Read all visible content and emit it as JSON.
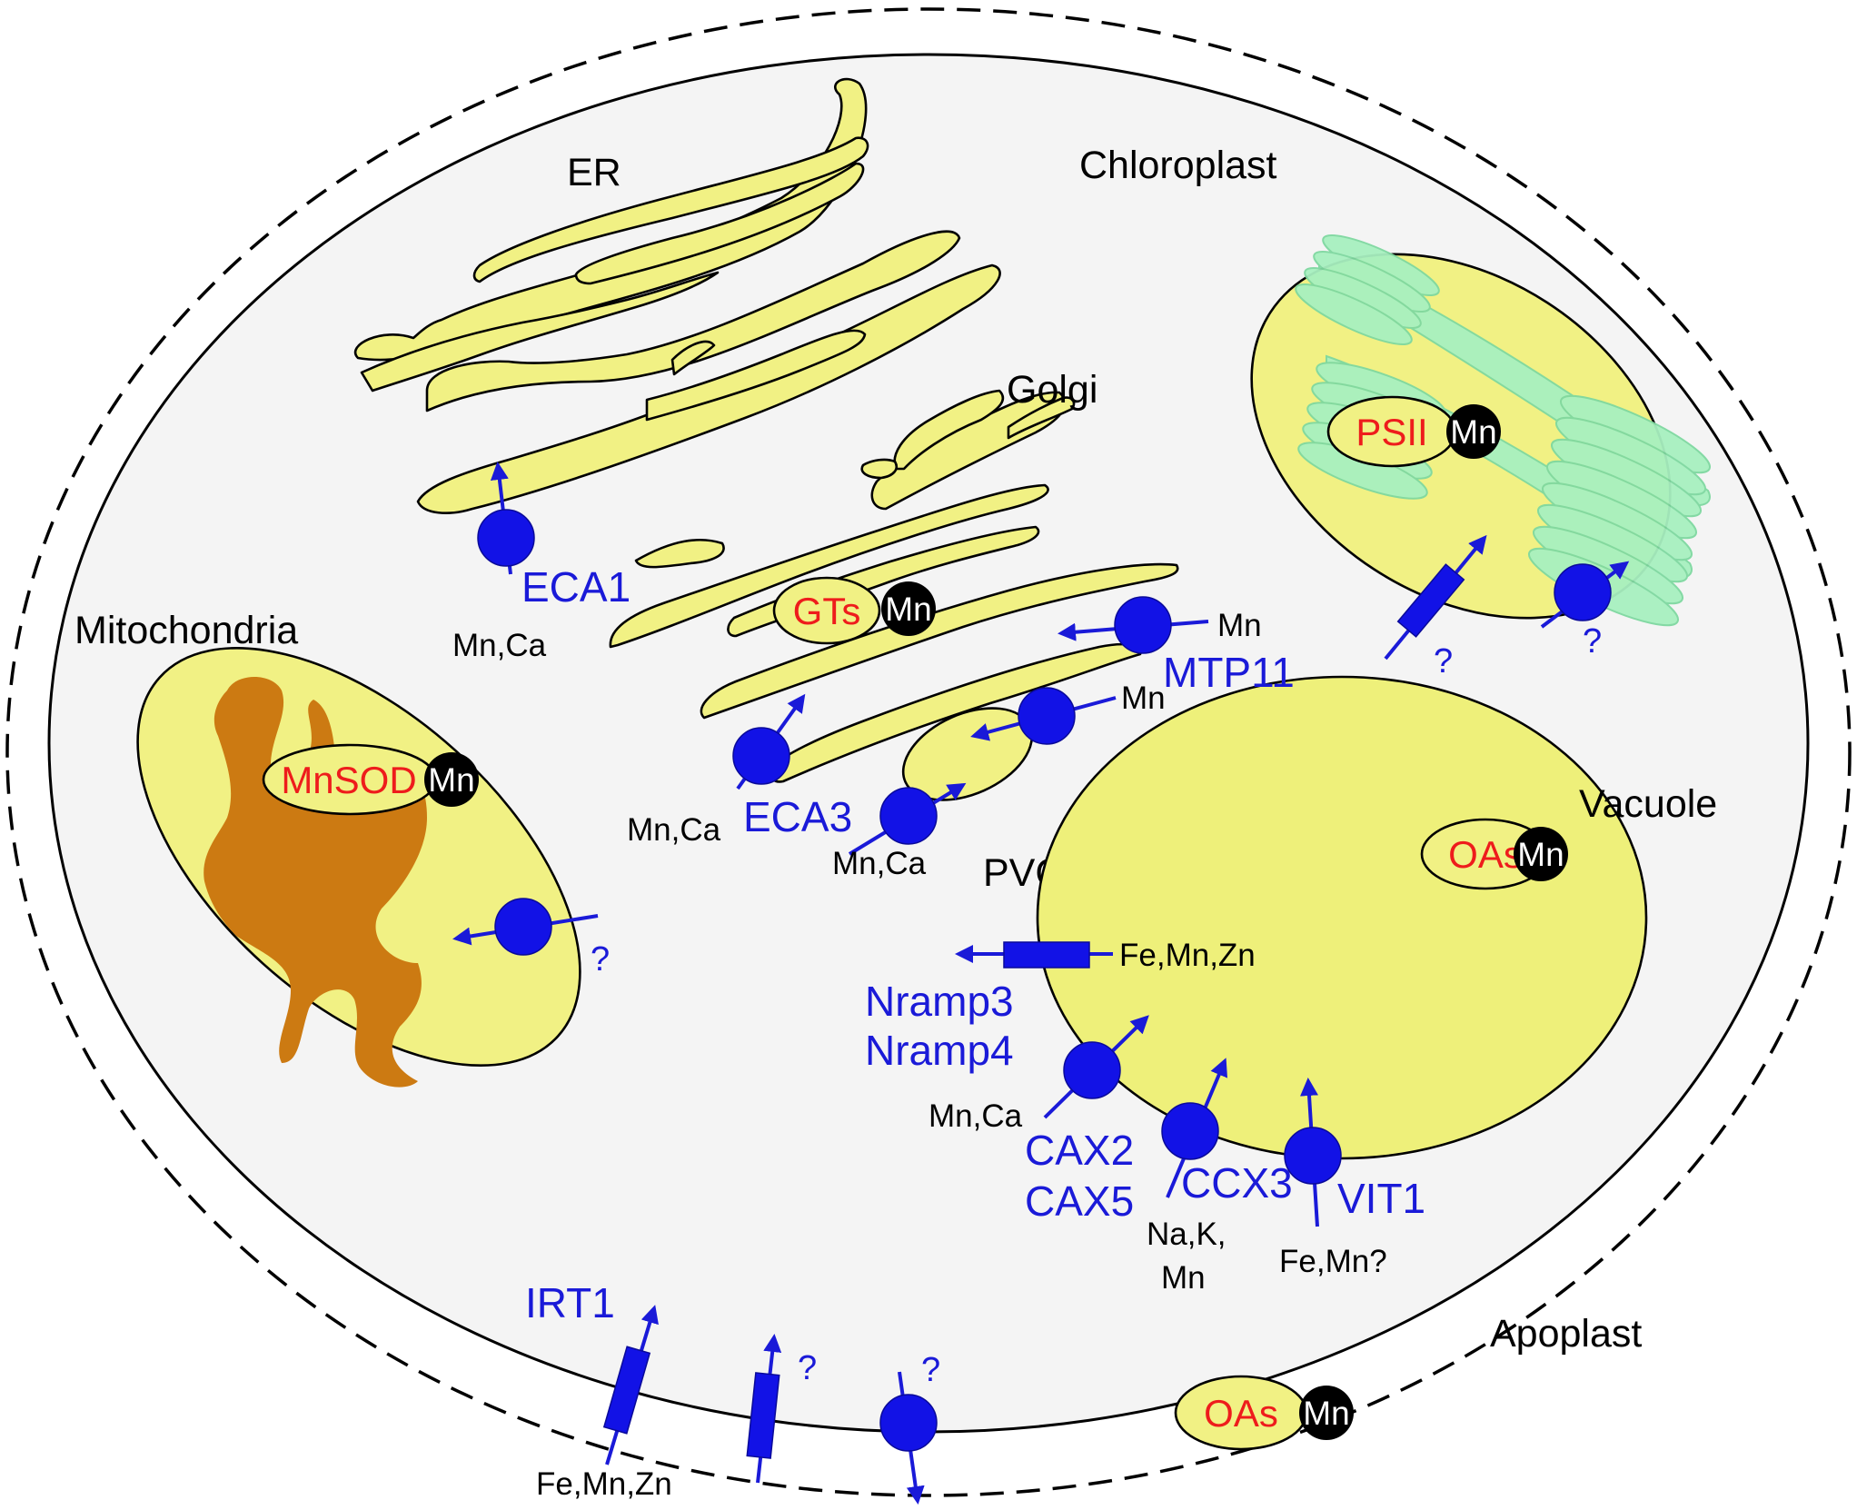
{
  "colors": {
    "cytoplasm": "#f4f4f4",
    "organelle": "#f1f184",
    "vacuole": "#eef07a",
    "inner_membrane": "#cc7a12",
    "thylakoid": "#a8f0c0",
    "transporter": "#1212e6",
    "enzyme_text": "#ee1c1c",
    "metal_badge": "#000000"
  },
  "labels": {
    "er": "ER",
    "chloroplast": "Chloroplast",
    "golgi": "Golgi",
    "mitochondria": "Mitochondria",
    "pvc": "PVC",
    "vacuole": "Vacuole",
    "apoplast": "Apoplast"
  },
  "enzymes": {
    "psii": "PSII",
    "gts": "GTs",
    "mnsod": "MnSOD",
    "oas_vacuole": "OAs",
    "oas_apoplast": "OAs",
    "metal": "Mn"
  },
  "transporters": {
    "eca1": "ECA1",
    "eca3": "ECA3",
    "mtp11": "MTP11",
    "nramp3": "Nramp3",
    "nramp4": "Nramp4",
    "cax2": "CAX2",
    "cax5": "CAX5",
    "ccx3": "CCX3",
    "vit1": "VIT1",
    "irt1": "IRT1",
    "unknown": "?"
  },
  "ions": {
    "eca1": "Mn,Ca",
    "eca3": "Mn,Ca",
    "pvc_lower": "Mn,Ca",
    "pvc_upper": "Mn",
    "mtp11": "Mn",
    "nramp": "Fe,Mn,Zn",
    "cax": "Mn,Ca",
    "ccx3_line1": "Na,K,",
    "ccx3_line2": "Mn",
    "vit1": "Fe,Mn?",
    "irt1": "Fe,Mn,Zn"
  }
}
